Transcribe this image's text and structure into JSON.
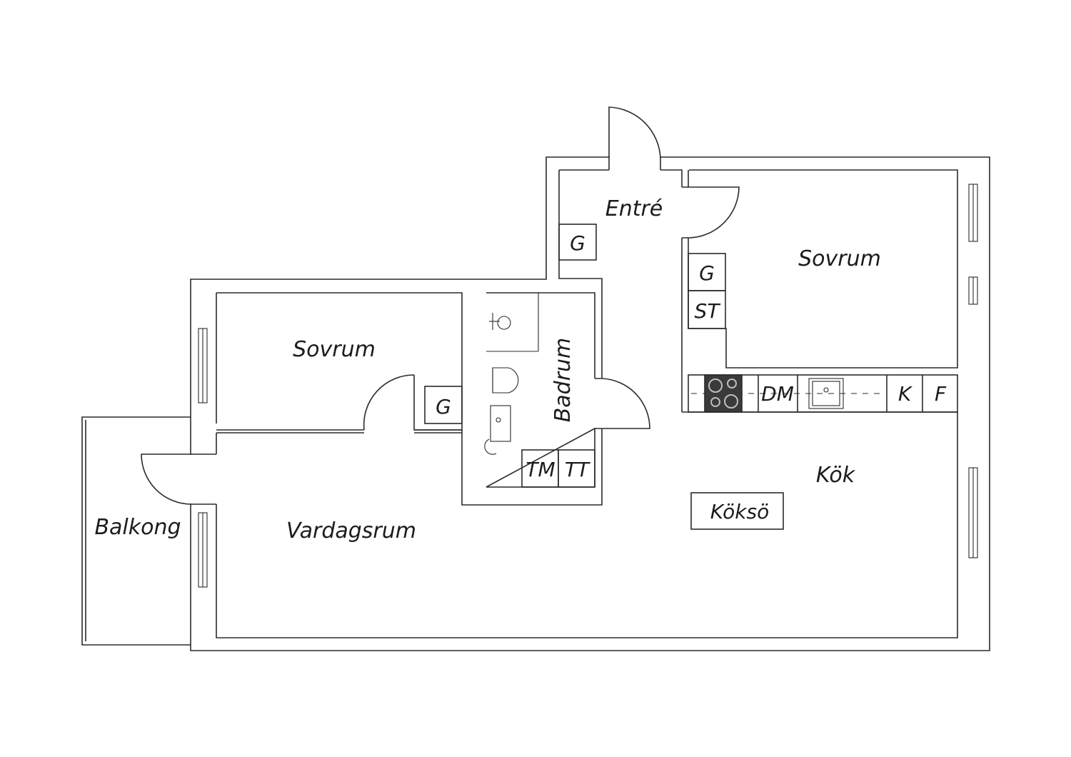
{
  "rooms": {
    "entre": "Entré",
    "sovrum_right": "Sovrum",
    "sovrum_left": "Sovrum",
    "badrum": "Badrum",
    "kok": "Kök",
    "vardagsrum": "Vardagsrum",
    "balkong": "Balkong"
  },
  "fixtures": {
    "g_entre": "G",
    "g_sovrum_right": "G",
    "st": "ST",
    "g_sovrum_left": "G",
    "tm": "TM",
    "tt": "TT",
    "dm": "DM",
    "k": "K",
    "f": "F",
    "koksö": "Köksö"
  },
  "colors": {
    "wall_stroke": "#2b2b2b",
    "stove": "#3a3a3a",
    "background": "#ffffff"
  }
}
